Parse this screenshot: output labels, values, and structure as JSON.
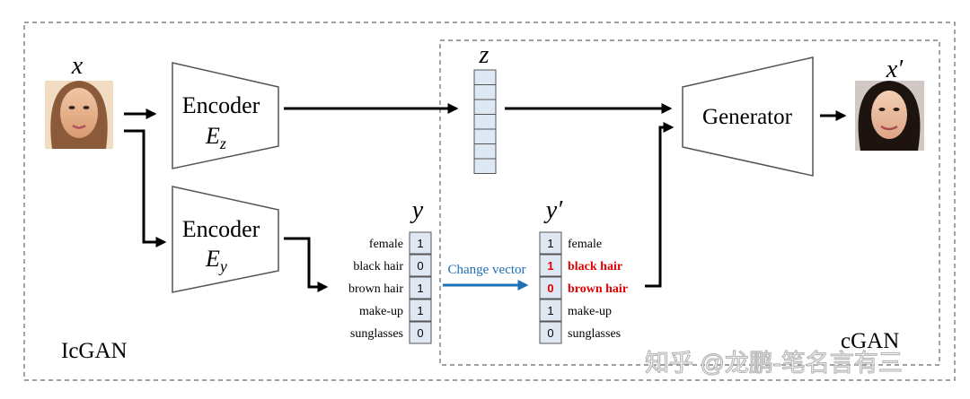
{
  "colors": {
    "line": "#000000",
    "box": "#555555",
    "dash": "#666666",
    "arrow_blue": "#1f6fb5",
    "highlight_red": "#e00000",
    "cell_fill": "#dfe8f2",
    "z_fill": "#dce8f4"
  },
  "labels": {
    "x": "x",
    "x_prime": "x′",
    "z": "z",
    "y": "y",
    "y_prime": "y′",
    "encoder_z_line1": "Encoder",
    "encoder_z_sub": "E",
    "encoder_z_subscript": "z",
    "encoder_y_line1": "Encoder",
    "encoder_y_sub": "E",
    "encoder_y_subscript": "y",
    "generator": "Generator",
    "change_vector": "Change vector",
    "icgan": "IcGAN",
    "cgan": "cGAN",
    "watermark": "知乎 @龙鹏-笔名言有三"
  },
  "y_vector": [
    {
      "attr": "female",
      "value": "1"
    },
    {
      "attr": "black hair",
      "value": "0"
    },
    {
      "attr": "brown hair",
      "value": "1"
    },
    {
      "attr": "make-up",
      "value": "1"
    },
    {
      "attr": "sunglasses",
      "value": "0"
    }
  ],
  "y_prime_vector": [
    {
      "attr": "female",
      "value": "1",
      "changed": false
    },
    {
      "attr": "black hair",
      "value": "1",
      "changed": true
    },
    {
      "attr": "brown hair",
      "value": "0",
      "changed": true
    },
    {
      "attr": "make-up",
      "value": "1",
      "changed": false
    },
    {
      "attr": "sunglasses",
      "value": "0",
      "changed": false
    }
  ],
  "icons": {
    "input_face": "input-face-photo",
    "output_face": "output-face-photo"
  }
}
